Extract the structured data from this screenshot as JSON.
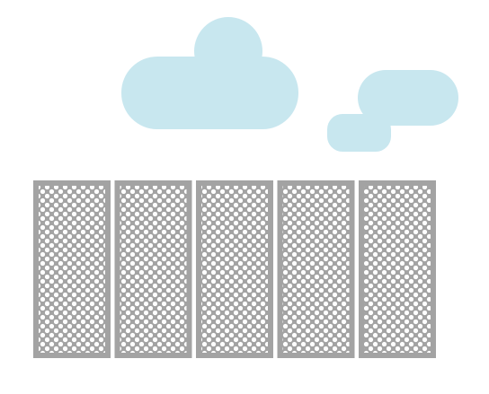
{
  "colors": {
    "background": "#ffffff",
    "cloud": "#c8e7ef",
    "panel": "#a3a3a3",
    "hole": "#ffffff"
  },
  "clouds": [
    {
      "name": "large-cloud"
    },
    {
      "name": "small-cloud"
    }
  ],
  "panels": [
    {
      "name": "perforated-panel-1"
    },
    {
      "name": "perforated-panel-2"
    },
    {
      "name": "perforated-panel-3"
    },
    {
      "name": "perforated-panel-4"
    },
    {
      "name": "perforated-panel-5"
    }
  ]
}
